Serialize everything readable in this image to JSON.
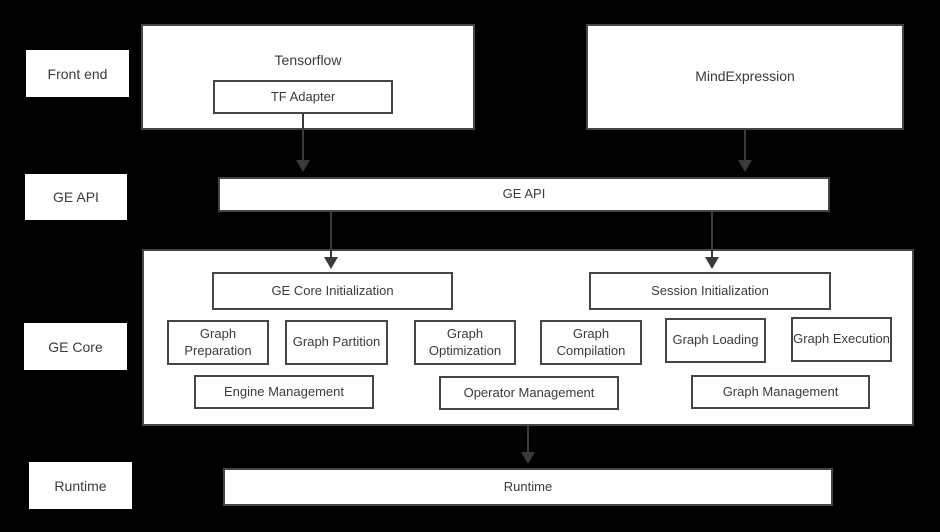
{
  "colors": {
    "background": "#000000",
    "box_fill": "#ffffff",
    "box_border": "#454545",
    "text": "#3b3b3b",
    "arrow": "#3a3a3a"
  },
  "layer_labels": [
    {
      "label": "Front end"
    },
    {
      "label": "GE API"
    },
    {
      "label": "GE Core"
    },
    {
      "label": "Runtime"
    }
  ],
  "front_end": {
    "tensorflow": {
      "title": "Tensorflow",
      "adapter": "TF Adapter"
    },
    "mind_expression": {
      "title": "MindExpression"
    }
  },
  "ge_api_bar": {
    "label": "GE API"
  },
  "ge_core": {
    "init_boxes": [
      {
        "label": "GE Core Initialization"
      },
      {
        "label": "Session Initialization"
      }
    ],
    "stage_boxes": [
      {
        "label": "Graph Preparation"
      },
      {
        "label": "Graph Partition"
      },
      {
        "label": "Graph Optimization"
      },
      {
        "label": "Graph Compilation"
      },
      {
        "label": "Graph Loading"
      },
      {
        "label": "Graph Execution"
      }
    ],
    "management_boxes": [
      {
        "label": "Engine Management"
      },
      {
        "label": "Operator Management"
      },
      {
        "label": "Graph Management"
      }
    ]
  },
  "runtime_bar": {
    "label": "Runtime"
  }
}
